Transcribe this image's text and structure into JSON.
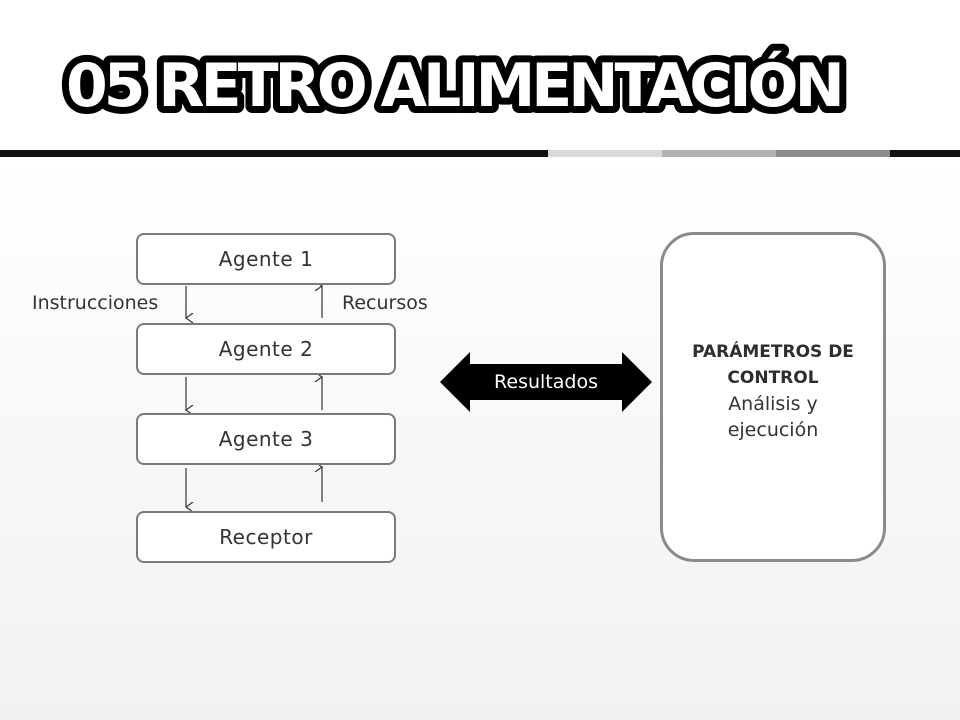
{
  "slide": {
    "title": "05 RETRO ALIMENTACIÓN"
  },
  "flow": {
    "agents": [
      {
        "label": "Agente 1"
      },
      {
        "label": "Agente 2"
      },
      {
        "label": "Agente 3"
      },
      {
        "label": "Receptor"
      }
    ],
    "down_label": "Instrucciones",
    "up_label": "Recursos"
  },
  "results": {
    "label": "Resultados"
  },
  "params": {
    "title": "PARÁMETROS DE CONTROL",
    "subtitle": "Análisis y ejecución"
  },
  "colors": {
    "divider_main": "#111111",
    "divider_light": "#d9d9d9",
    "divider_mid": "#b3b3b3",
    "divider_dark": "#8c8c8c",
    "box_border": "#7a7a7a",
    "arrow_fill": "#000000"
  }
}
